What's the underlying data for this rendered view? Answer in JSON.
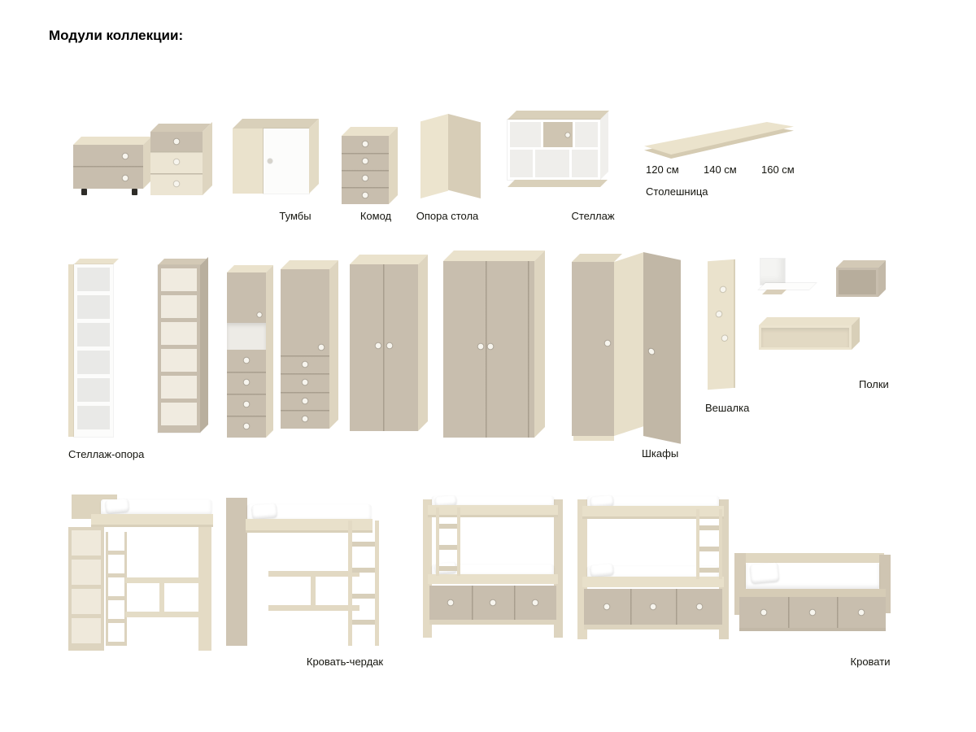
{
  "page": {
    "title": "Модули коллекции:"
  },
  "palette": {
    "beige_front": "#c8beae",
    "beige_dark": "#b7ad9c",
    "wood_light": "#eae2cc",
    "wood_mid": "#ded5c0",
    "white": "#ffffff",
    "interior_grey": "#e9e9e7",
    "knob": "#f7f5ee",
    "text": "#15150f"
  },
  "labels": {
    "tumby": "Тумбы",
    "komod": "Комод",
    "opora_stola": "Опора стола",
    "stellazh": "Стеллаж",
    "stoleshnitsa": "Столешница",
    "stellazh_opora": "Стеллаж-опора",
    "shkafy": "Шкафы",
    "veshalka": "Вешалка",
    "polki": "Полки",
    "krovat_cherdak": "Кровать-чердак",
    "krovati": "Кровати"
  },
  "stoleshnitsa_sizes": [
    "120 см",
    "140 см",
    "160 см"
  ]
}
